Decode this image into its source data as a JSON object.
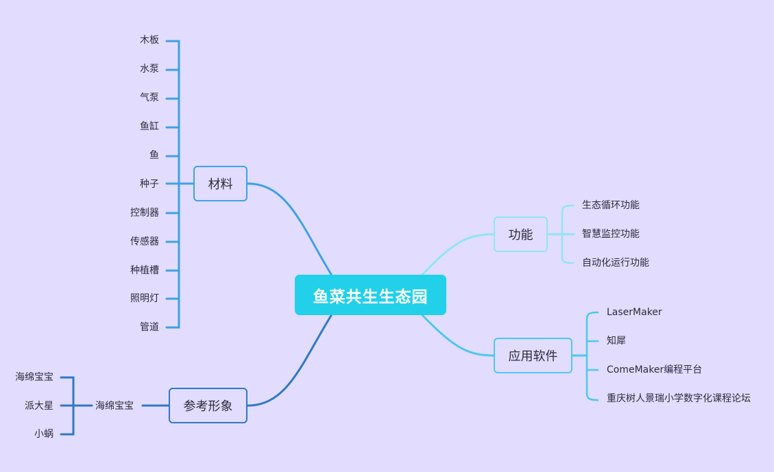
{
  "root": {
    "label": "鱼菜共生生态园"
  },
  "branches": {
    "materials": {
      "label": "材料",
      "color": "#3da2e3",
      "items": [
        "木板",
        "水泵",
        "气泵",
        "鱼缸",
        "鱼",
        "种子",
        "控制器",
        "传感器",
        "种植槽",
        "照明灯",
        "管道"
      ]
    },
    "reference": {
      "label": "参考形象",
      "color": "#2f78c4",
      "sub": {
        "label": "海绵宝宝",
        "items": [
          "海绵宝宝",
          "派大星",
          "小蜗"
        ]
      }
    },
    "functions": {
      "label": "功能",
      "color": "#8fe6f2",
      "items": [
        "生态循环功能",
        "智慧监控功能",
        "自动化运行功能"
      ]
    },
    "software": {
      "label": "应用软件",
      "color": "#4cc8ee",
      "items": [
        "LaserMaker",
        "知犀",
        "ComeMaker编程平台",
        "重庆树人景瑞小学数字化课程论坛"
      ]
    }
  }
}
